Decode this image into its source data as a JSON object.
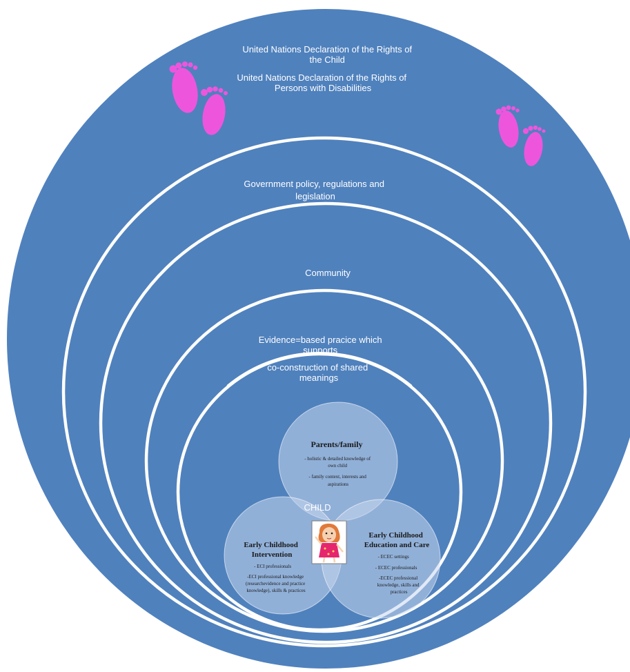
{
  "colors": {
    "background": "#ffffff",
    "outer_fill": "#4f81bd",
    "ring_stroke": "#ffffff",
    "venn_fill": "#c9d7ee",
    "footprint": "#ee55dd",
    "text_light": "#ffffff",
    "text_dark": "#1a1a1a"
  },
  "outer": {
    "line1": [
      "United Nations Declaration of the Rights of",
      "the Child"
    ],
    "line2": [
      "United Nations Declaration of the Rights of",
      "Persons with Disabilities"
    ]
  },
  "government": [
    "Government policy, regulations and",
    "legislation"
  ],
  "community": "Community",
  "evidence": {
    "line1": [
      "Evidence=based pracice which",
      "supports"
    ],
    "line2": [
      "co-construction of shared",
      "meanings"
    ]
  },
  "child_label": "CHILD",
  "venn": {
    "parents": {
      "title": "Parents/family",
      "items": [
        [
          "- holistic & detailed knowledge of",
          "own child"
        ],
        [
          "- family context, interests and",
          "aspirations"
        ]
      ]
    },
    "eci": {
      "title": [
        "Early Childhood",
        "Intervention"
      ],
      "items": [
        [
          "- ECI professionals"
        ],
        [
          "-ECI professional knowledge",
          "(researchevidence and practice",
          "knowledge), skills & practices"
        ]
      ]
    },
    "ecec": {
      "title": [
        "Early Childhood",
        "Education and Care"
      ],
      "items": [
        [
          "- ECEC settings"
        ],
        [
          "- ECEC professionals"
        ],
        [
          "-ECEC professional",
          "knowledge, skills and",
          "practices"
        ]
      ]
    }
  },
  "icons": {
    "footprints": "baby-footprints-icon",
    "child_picture": "child-cartoon-icon"
  }
}
